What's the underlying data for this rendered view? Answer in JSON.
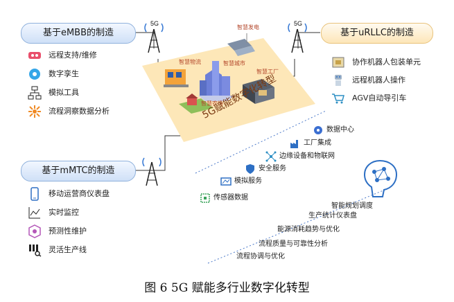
{
  "caption": "图 6 5G 赋能多行业数字化转型",
  "tower_label": "5G",
  "embb": {
    "title": "基于eMBB的制造",
    "items": [
      {
        "label": "远程支持/维修",
        "icon": "vr-headset-icon"
      },
      {
        "label": "数字孪生",
        "icon": "digital-twin-icon"
      },
      {
        "label": "模拟工具",
        "icon": "flowchart-icon"
      },
      {
        "label": "流程洞察数据分析",
        "icon": "process-analytics-icon"
      }
    ]
  },
  "urllc": {
    "title": "基于uRLLC的制造",
    "items": [
      {
        "label": "协作机器人包装单元",
        "icon": "packaging-robot-icon"
      },
      {
        "label": "远程机器人操作",
        "icon": "robot-icon"
      },
      {
        "label": "AGV自动导引车",
        "icon": "agv-cart-icon"
      }
    ]
  },
  "mmtc": {
    "title": "基于mMTC的制造",
    "items": [
      {
        "label": "移动运营商仪表盘",
        "icon": "mobile-dashboard-icon"
      },
      {
        "label": "实时监控",
        "icon": "monitor-chart-icon"
      },
      {
        "label": "预测性维护",
        "icon": "predictive-maintenance-icon"
      },
      {
        "label": "灵活生产线",
        "icon": "production-line-icon"
      }
    ]
  },
  "center": {
    "title": "5G赋能数字化转型",
    "labels": {
      "energy": "智慧发电",
      "logistics": "智慧物流",
      "city": "智慧城市",
      "factory": "智慧工厂",
      "farm": "智慧农场"
    }
  },
  "data_layer": [
    {
      "label": "数据中心",
      "icon": "data-center-icon"
    },
    {
      "label": "工厂集成",
      "icon": "factory-icon"
    },
    {
      "label": "边缘设备和物联网",
      "icon": "edge-iot-icon"
    },
    {
      "label": "安全服务",
      "icon": "security-shield-icon"
    },
    {
      "label": "模拟服务",
      "icon": "simulation-icon"
    },
    {
      "label": "传感器数据",
      "icon": "sensor-icon"
    }
  ],
  "analytics": [
    "智能规划调度",
    "生产统计仪表盘",
    "能源消耗趋势与优化",
    "流程质量与可靠性分析",
    "流程协调与优化"
  ],
  "colors": {
    "blue_accent": "#2d6fc4",
    "orange_accent": "#f08a24",
    "center_bg": "#fde7b8"
  }
}
